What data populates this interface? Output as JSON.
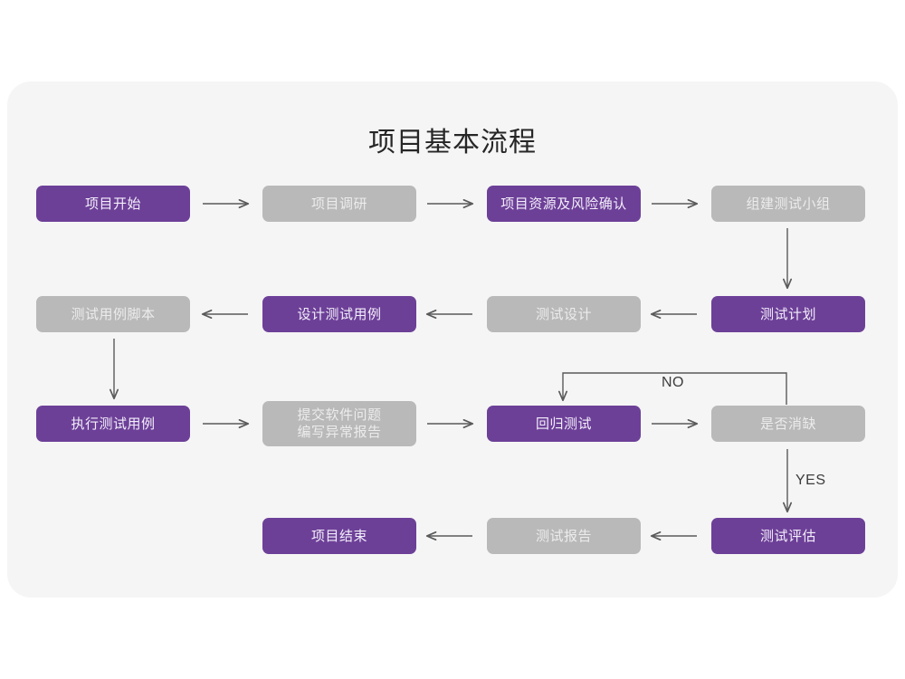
{
  "page": {
    "background_color": "#ffffff",
    "card_color": "#f5f5f5"
  },
  "title": "项目基本流程",
  "colors": {
    "purple": "#6d4098",
    "purple_text": "#f3eefa",
    "gray": "#b9b9b9",
    "gray_text": "#ececec",
    "arrow": "#5a5a5a",
    "title_text": "#262626",
    "label_text": "#3c3c3c"
  },
  "flow": {
    "type": "flowchart",
    "rows": [
      {
        "direction": "left-to-right",
        "nodes": [
          {
            "id": "n1",
            "label": "项目开始",
            "style": "purple"
          },
          {
            "id": "n2",
            "label": "项目调研",
            "style": "gray"
          },
          {
            "id": "n3",
            "label": "项目资源及风险确认",
            "style": "purple"
          },
          {
            "id": "n4",
            "label": "组建测试小组",
            "style": "gray"
          }
        ]
      },
      {
        "direction": "right-to-left",
        "nodes": [
          {
            "id": "n8",
            "label": "测试用例脚本",
            "style": "gray"
          },
          {
            "id": "n7",
            "label": "设计测试用例",
            "style": "purple"
          },
          {
            "id": "n6",
            "label": "测试设计",
            "style": "gray"
          },
          {
            "id": "n5",
            "label": "测试计划",
            "style": "purple"
          }
        ]
      },
      {
        "direction": "left-to-right",
        "nodes": [
          {
            "id": "n9",
            "label": "执行测试用例",
            "style": "purple"
          },
          {
            "id": "n10",
            "label": "提交软件问题\n编写异常报告",
            "label_line1": "提交软件问题",
            "label_line2": "编写异常报告",
            "style": "gray"
          },
          {
            "id": "n11",
            "label": "回归测试",
            "style": "purple"
          },
          {
            "id": "n12",
            "label": "是否消缺",
            "style": "gray"
          }
        ]
      },
      {
        "direction": "right-to-left",
        "nodes": [
          {
            "id": "n15",
            "label": "项目结束",
            "style": "purple"
          },
          {
            "id": "n14",
            "label": "测试报告",
            "style": "gray"
          },
          {
            "id": "n13",
            "label": "测试评估",
            "style": "purple"
          }
        ]
      }
    ],
    "edge_labels": {
      "no": "NO",
      "yes": "YES"
    }
  }
}
